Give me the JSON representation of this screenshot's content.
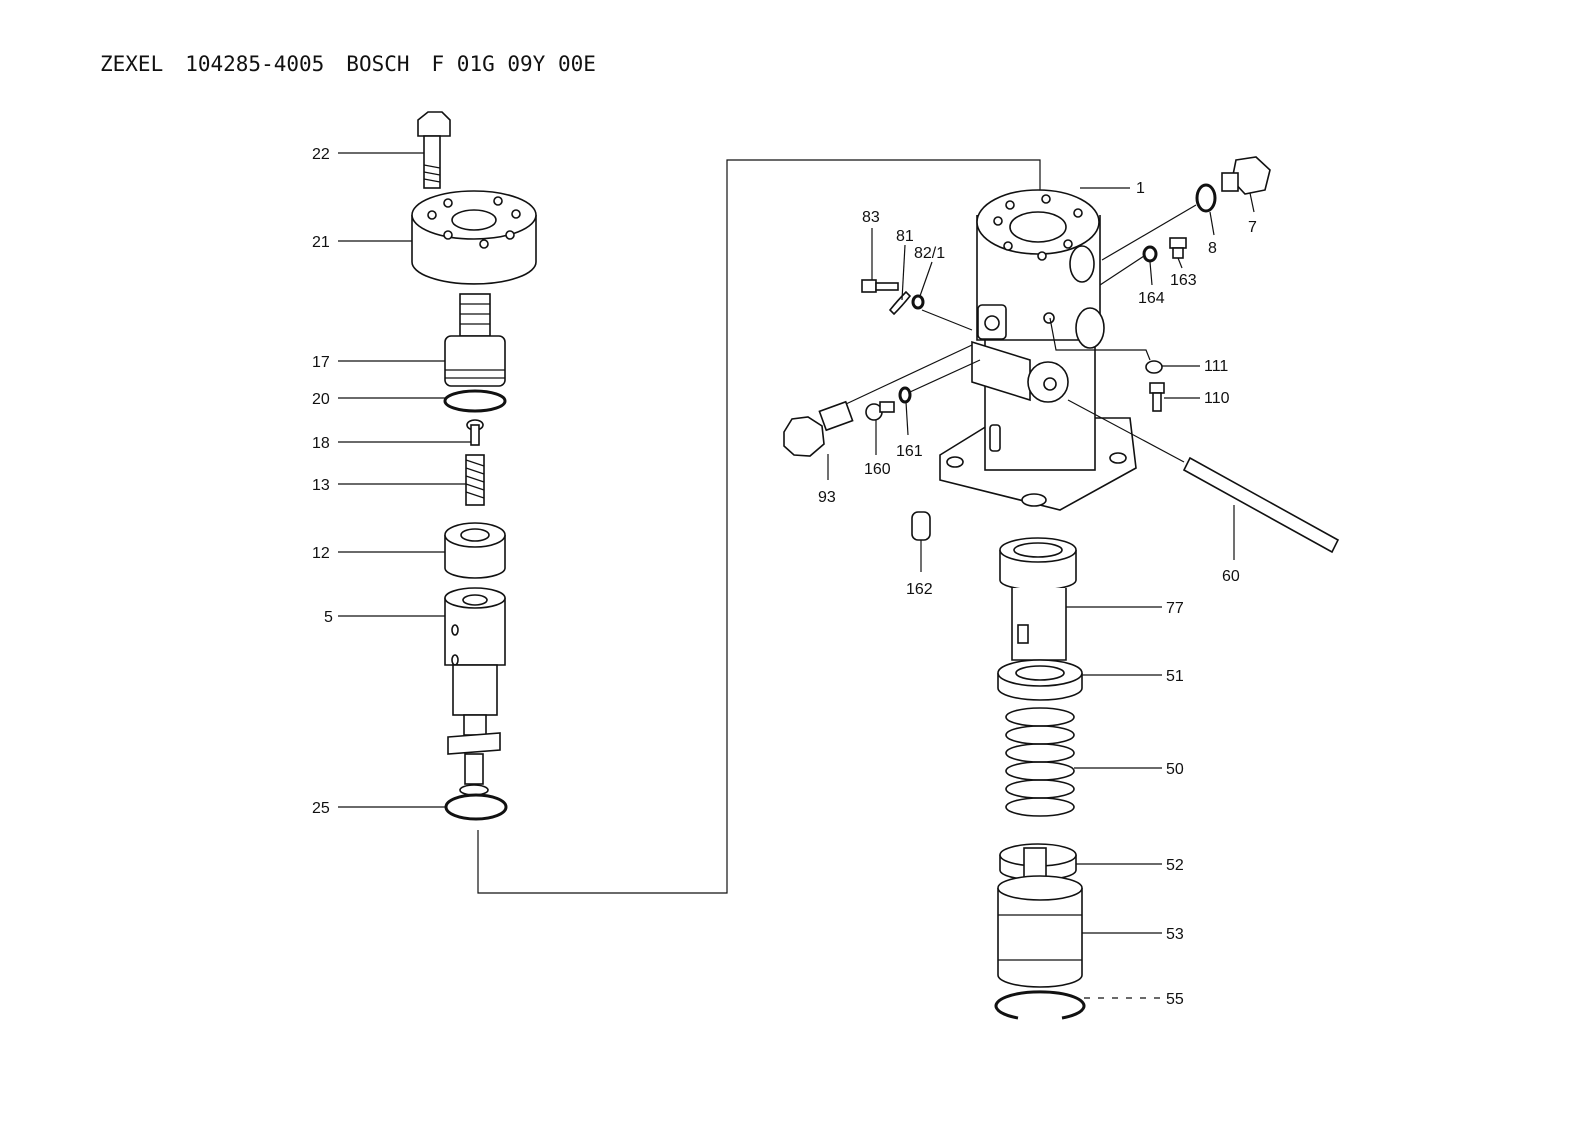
{
  "header": {
    "brand1": "ZEXEL",
    "part1": "104285-4005",
    "brand2": "BOSCH",
    "part2": "F 01G 09Y 00E"
  },
  "callouts": {
    "c22": "22",
    "c21": "21",
    "c17": "17",
    "c20": "20",
    "c18": "18",
    "c13": "13",
    "c12": "12",
    "c5": "5",
    "c25": "25",
    "c1": "1",
    "c7": "7",
    "c8": "8",
    "c83": "83",
    "c81": "81",
    "c82_1": "82/1",
    "c163": "163",
    "c164": "164",
    "c111": "111",
    "c110": "110",
    "c93": "93",
    "c160": "160",
    "c161": "161",
    "c162": "162",
    "c60": "60",
    "c77": "77",
    "c51": "51",
    "c50": "50",
    "c52": "52",
    "c53": "53",
    "c55": "55"
  }
}
